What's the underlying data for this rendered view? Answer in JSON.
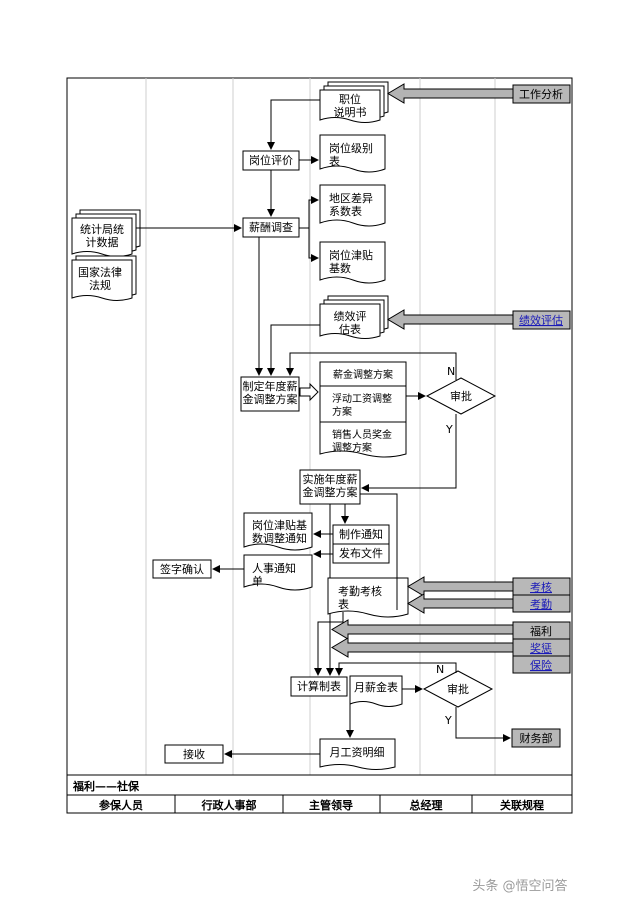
{
  "lanes": [
    "参保人员",
    "行政人事部",
    "主管领导",
    "总经理",
    "关联规程"
  ],
  "section_label": "福利——社保",
  "nodes": {
    "job_description": "职位\n说明书",
    "job_analysis": "工作分析",
    "job_evaluation": "岗位评价",
    "job_level_table": "岗位级别\n表",
    "stat_data": "统计局统\n计数据",
    "national_law": "国家法律\n法规",
    "salary_survey": "薪酬调查",
    "regional_diff": "地区差异\n系数表",
    "allowance_base": "岗位津贴\n基数",
    "perf_table": "绩效评\n估表",
    "perf_eval": "绩效评估",
    "annual_plan": "制定年度薪\n金调整方案",
    "salary_adj_plan": "薪金调整方案",
    "float_wage_plan": "浮动工资调整\n方案",
    "sales_bonus_plan": "销售人员奖金\n调整方案",
    "approve_1": "审批",
    "n_label_1": "N",
    "y_label_1": "Y",
    "implement_plan": "实施年度薪\n金调整方案",
    "allowance_notice": "岗位津贴基\n数调整通知",
    "make_notice": "制作通知",
    "issue_doc": "发布文件",
    "sign_confirm": "签字确认",
    "hr_notice": "人事通知\n单",
    "attendance_table": "考勤考核\n表",
    "assessment": "考核",
    "attendance": "考勤",
    "welfare": "福利",
    "bonus": "奖惩",
    "insurance": "保险",
    "calc_table": "计算制表",
    "monthly_salary": "月薪金表",
    "approve_2": "审批",
    "n_label_2": "N",
    "y_label_2": "Y",
    "finance": "财务部",
    "receive": "接收",
    "monthly_detail": "月工资明细"
  },
  "watermark": "头条 @悟空问答",
  "colors": {
    "connector_gray": "#b3b3b3",
    "link_blue": "#1a1ab8"
  }
}
